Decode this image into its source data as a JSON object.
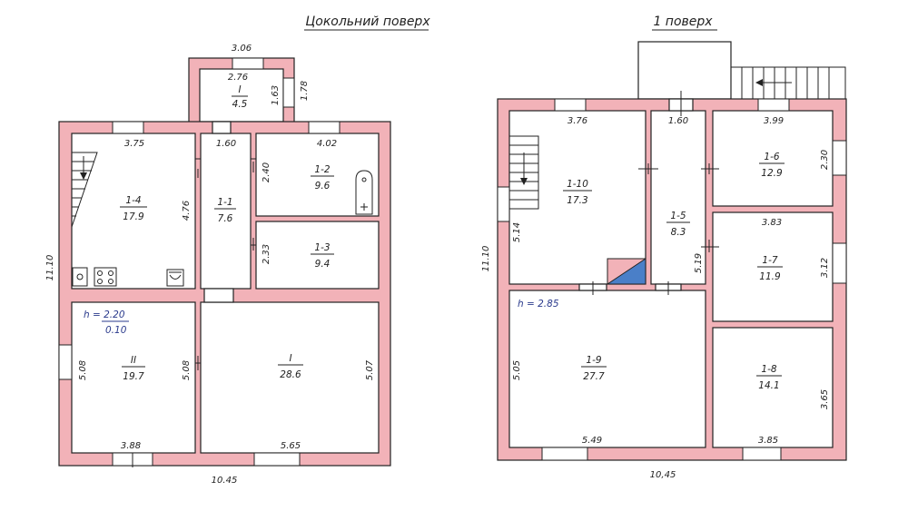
{
  "basement": {
    "title": "Цокольний поверх",
    "total_width": "10.45",
    "total_length": "11.10",
    "height_note": "h = 2.20",
    "height_sub": "0.10",
    "rooms": {
      "r_I_small": {
        "id": "I",
        "area": "4.5"
      },
      "r_1_1": {
        "id": "1-1",
        "area": "7.6"
      },
      "r_1_2": {
        "id": "1-2",
        "area": "9.6"
      },
      "r_1_3": {
        "id": "1-3",
        "area": "9.4"
      },
      "r_1_4": {
        "id": "1-4",
        "area": "17.9"
      },
      "r_II": {
        "id": "II",
        "area": "19.7"
      },
      "r_I_big": {
        "id": "I",
        "area": "28.6"
      }
    },
    "dims": {
      "porch_outer": "3.06",
      "porch_inner": "2.76",
      "porch_depth_in": "1.63",
      "porch_depth_out": "1.78",
      "w_1_4": "3.75",
      "w_1_1": "1.60",
      "w_1_2": "4.02",
      "d_1_4": "4.76",
      "d_1_2": "2.40",
      "d_1_3": "2.33",
      "d_II_left": "5.08",
      "d_II_right": "5.08",
      "d_I_right": "5.07",
      "w_II": "3.88",
      "w_I": "5.65"
    }
  },
  "first_floor": {
    "title": "1 поверх",
    "total_width": "10,45",
    "total_length": "11.10",
    "height_note": "h = 2.85",
    "rooms": {
      "r_1_10": {
        "id": "1-10",
        "area": "17.3"
      },
      "r_1_5": {
        "id": "1-5",
        "area": "8.3"
      },
      "r_1_6": {
        "id": "1-6",
        "area": "12.9"
      },
      "r_1_7": {
        "id": "1-7",
        "area": "11.9"
      },
      "r_1_8": {
        "id": "1-8",
        "area": "14.1"
      },
      "r_1_9": {
        "id": "1-9",
        "area": "27.7"
      }
    },
    "dims": {
      "w_1_10": "3.76",
      "w_1_5": "1.60",
      "w_1_6": "3.99",
      "d_1_6": "2.30",
      "w_1_7": "3.83",
      "d_1_7": "3.12",
      "d_1_10": "5.14",
      "d_1_5": "5.19",
      "d_1_9": "5.05",
      "w_1_9": "5.49",
      "d_1_8": "3.65",
      "w_1_8": "3.85"
    }
  }
}
